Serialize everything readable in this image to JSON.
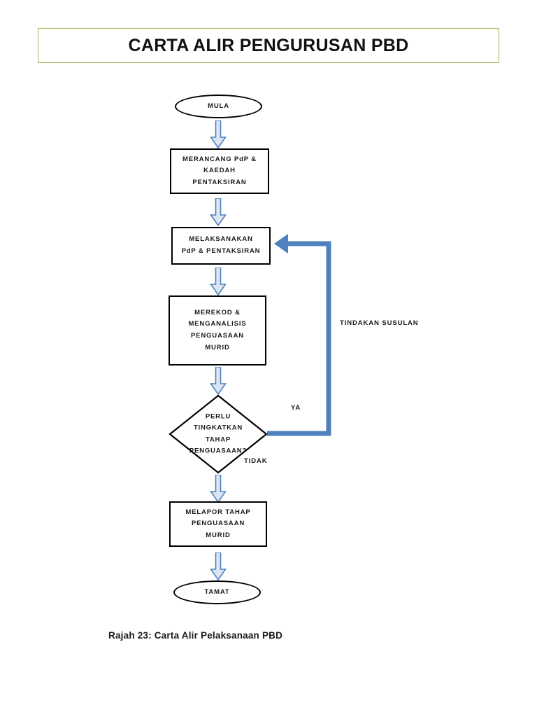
{
  "document": {
    "title": "CARTA ALIR PENGURUSAN PBD",
    "caption": "Rajah 23: Carta Alir Pelaksanaan PBD"
  },
  "theme": {
    "title_border": "#9BBB59",
    "arrow_fill": "#DCE6F2",
    "arrow_stroke": "#4E81BD",
    "loop_arrow": "#4E81BD",
    "node_stroke": "#000000",
    "text": "#1a1a1a",
    "background": "#FFFFFF"
  },
  "flowchart": {
    "nodes": [
      {
        "id": "start",
        "shape": "terminator",
        "label": "MULA"
      },
      {
        "id": "plan",
        "shape": "process",
        "label": "MERANCANG PdP &\nKAEDAH\nPENTAKSIRAN"
      },
      {
        "id": "implement",
        "shape": "process",
        "label": "MELAKSANAKAN\nPdP & PENTAKSIRAN"
      },
      {
        "id": "record",
        "shape": "process",
        "label": "MEREKOD &\nMENGANALISIS\nPENGUASAAN\nMURID"
      },
      {
        "id": "decision",
        "shape": "diamond",
        "label": "PERLU\nTINGKATKAN\nTAHAP\nPENGUASAAN?"
      },
      {
        "id": "report",
        "shape": "process",
        "label": "MELAPOR TAHAP\nPENGUASAAN\nMURID"
      },
      {
        "id": "end",
        "shape": "terminator",
        "label": "TAMAT"
      }
    ],
    "edge_labels": {
      "yes": "YA",
      "no": "TIDAK",
      "loop": "TINDAKAN SUSULAN"
    }
  }
}
